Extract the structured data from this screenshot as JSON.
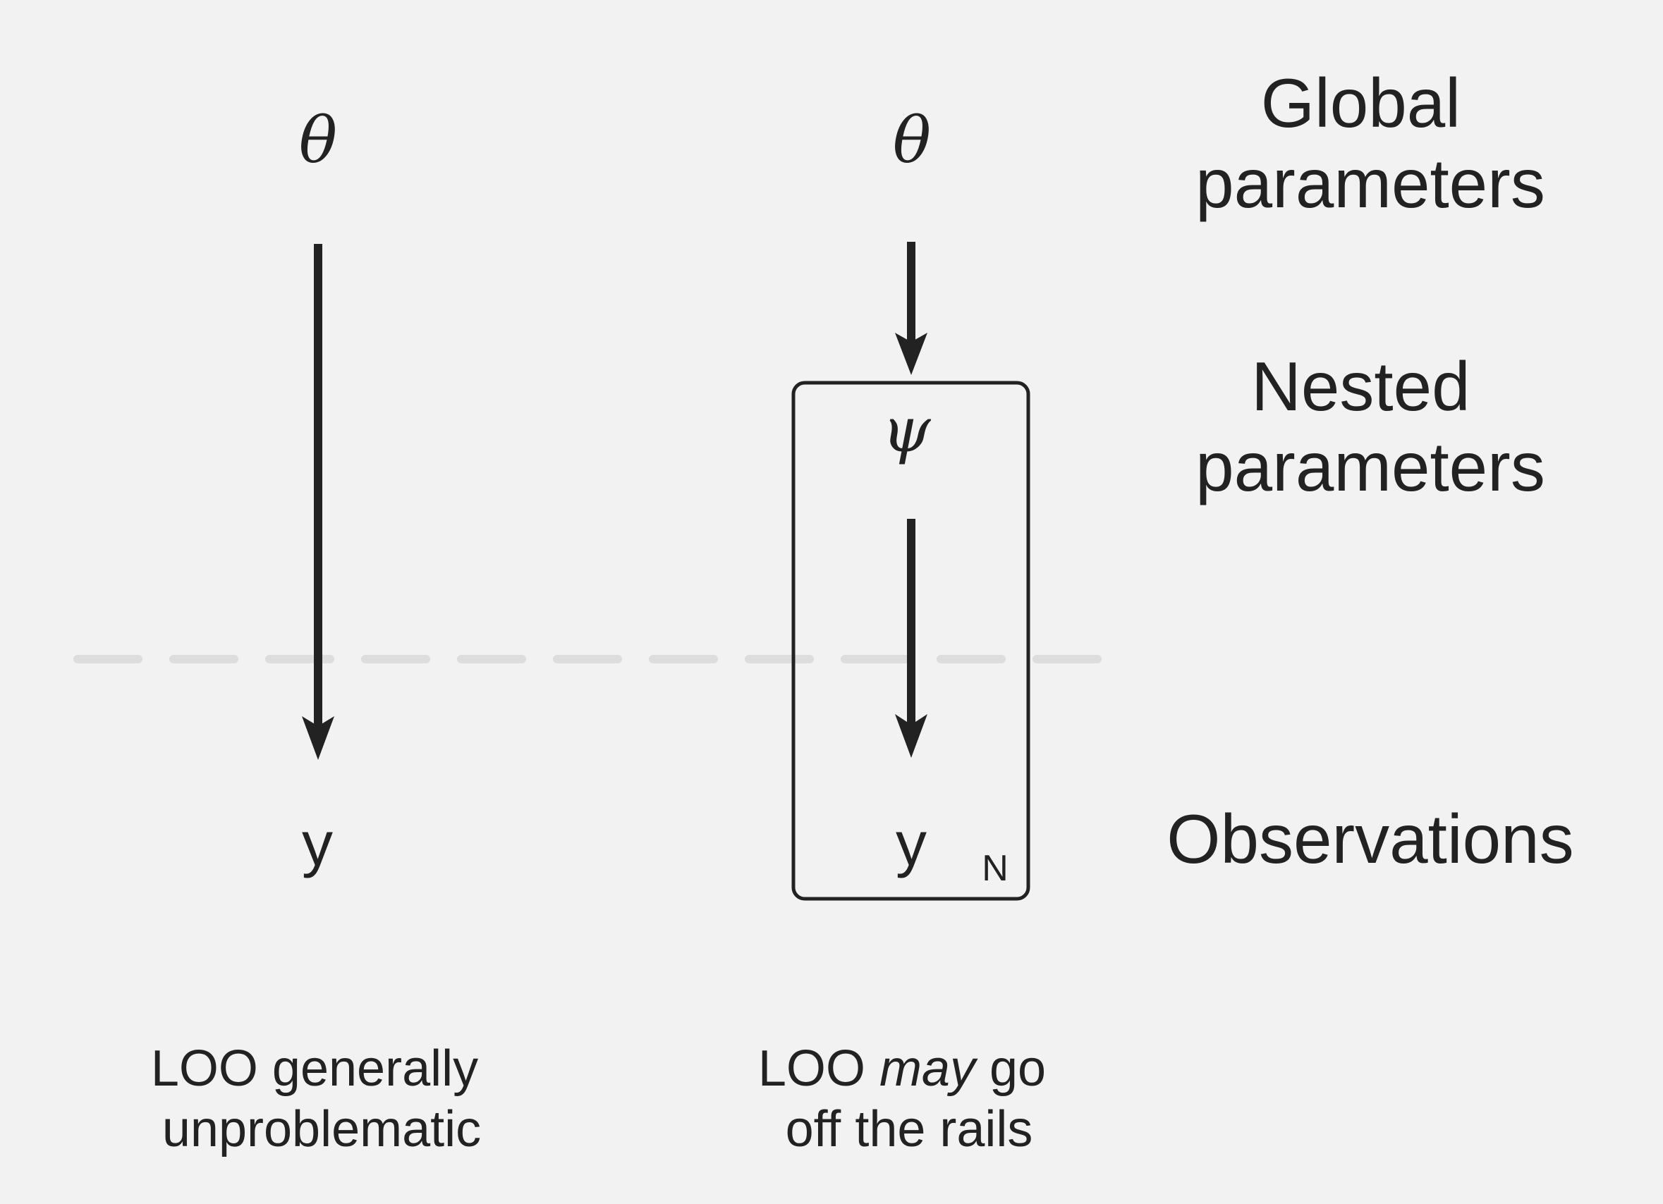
{
  "model_left": {
    "global_param": "θ",
    "observation": "y",
    "caption_line1": "LOO generally",
    "caption_line2": "unproblematic"
  },
  "model_right": {
    "global_param": "θ",
    "nested_param": "ψ",
    "observation": "y",
    "plate_label": "N",
    "caption_line1_pre": "LOO ",
    "caption_line1_em": "may",
    "caption_line1_post": " go",
    "caption_line2": "off the rails"
  },
  "levels": {
    "global_line1": "Global",
    "global_line2": "parameters",
    "nested_line1": "Nested",
    "nested_line2": "parameters",
    "observations": "Observations"
  },
  "colors": {
    "background": "#f2f2f2",
    "ink": "#222222",
    "dashed_divider": "#dddddd"
  }
}
